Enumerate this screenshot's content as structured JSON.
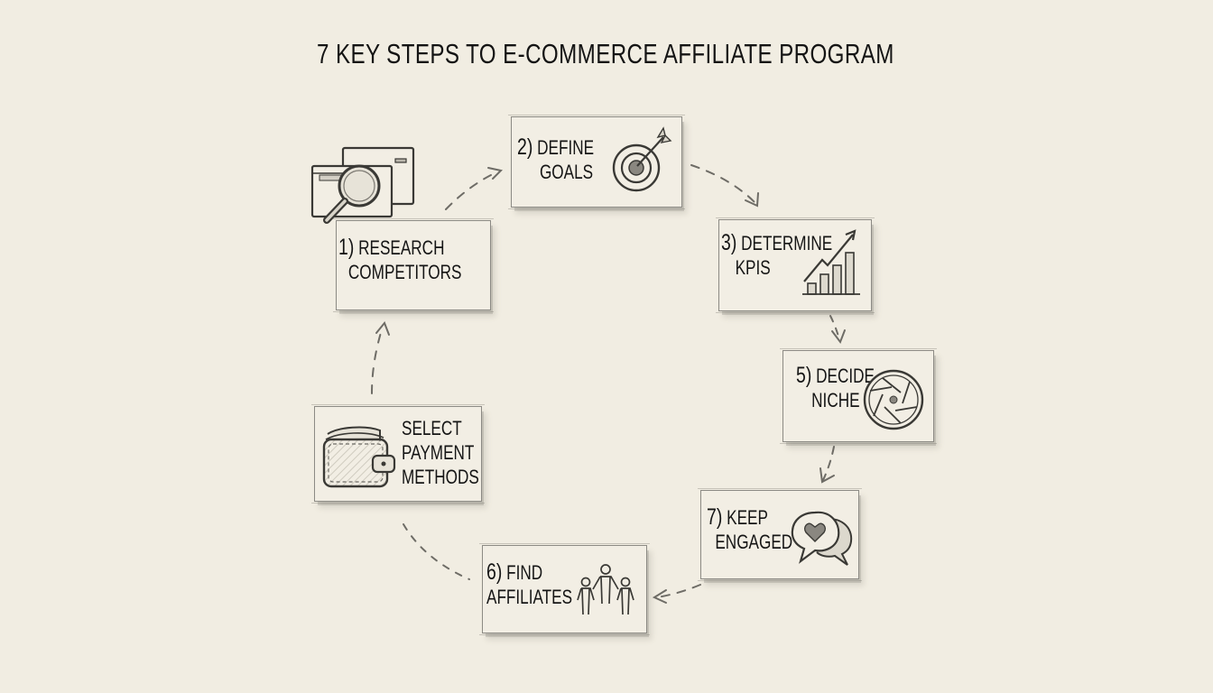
{
  "title": "7 KEY STEPS TO E-COMMERCE AFFILIATE PROGRAM",
  "steps": [
    {
      "number": "1)",
      "line1": "RESEARCH",
      "line2": "COMPETITORS",
      "icon": "magnifier-over-browser-windows-icon"
    },
    {
      "number": "2)",
      "line1": "DEFINE",
      "line2": "GOALS",
      "icon": "target-with-arrow-icon"
    },
    {
      "number": "3)",
      "line1": "DETERMINE",
      "line2": "KPIS",
      "icon": "rising-bar-chart-icon"
    },
    {
      "number": "5)",
      "line1": "DECIDE",
      "line2": "NICHE",
      "icon": "camera-aperture-icon"
    },
    {
      "number": "7)",
      "line1": "KEEP",
      "line2": "ENGAGED",
      "icon": "speech-bubbles-heart-icon"
    },
    {
      "number": "6)",
      "line1": "FIND",
      "line2": "AFFILIATES",
      "icon": "people-group-icon"
    },
    {
      "number": "",
      "line1": "SELECT",
      "line2": "PAYMENT",
      "line3": "METHODS",
      "icon": "wallet-icon"
    }
  ],
  "colors": {
    "background": "#f1ede2",
    "card": "#f2eee4",
    "ink": "#151515",
    "pencil": "#6e6c66"
  }
}
